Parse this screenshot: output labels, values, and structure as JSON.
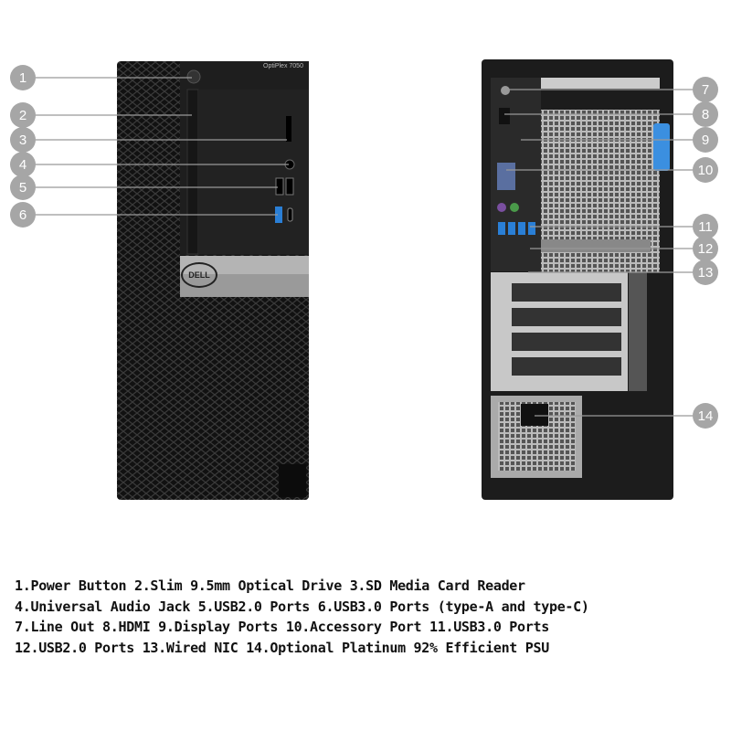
{
  "product": {
    "model_label": "OptiPlex 7050",
    "logo": "DELL"
  },
  "callouts_front": [
    "1",
    "2",
    "3",
    "4",
    "5",
    "6"
  ],
  "callouts_back": [
    "7",
    "8",
    "9",
    "10",
    "11",
    "12",
    "13",
    "14"
  ],
  "legend": {
    "lines": [
      "1.Power Button 2.Slim 9.5mm Optical Drive 3.SD Media Card Reader",
      "4.Universal Audio Jack 5.USB2.0 Ports 6.USB3.0 Ports (type-A and type-C)",
      "7.Line Out 8.HDMI 9.Display Ports 10.Accessory Port 11.USB3.0 Ports",
      "12.USB2.0 Ports 13.Wired NIC 14.Optional Platinum 92% Efficient PSU"
    ]
  },
  "colors": {
    "callout": "#a6a6a6",
    "chassis": "#1c1c1c",
    "usb3_blue": "#2a7fd6",
    "latch_blue": "#3b8fe0"
  }
}
